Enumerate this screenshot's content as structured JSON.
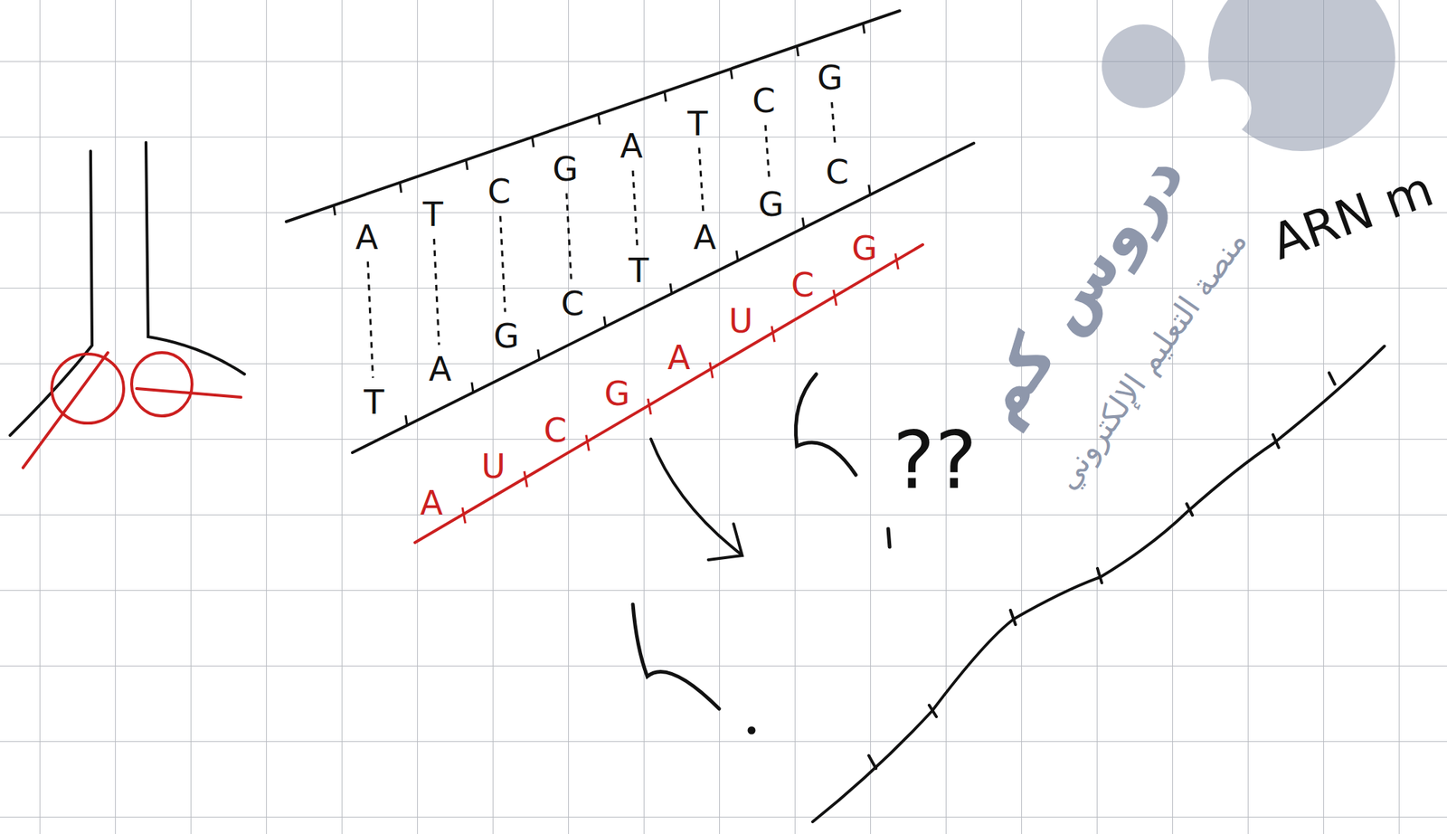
{
  "diagram": {
    "labels": [
      "A",
      "T",
      "C",
      "G",
      "A",
      "T",
      "C",
      "G",
      "T",
      "A",
      "G",
      "C",
      "T",
      "A",
      "G",
      "C",
      "A",
      "U",
      "C",
      "G",
      "A",
      "U",
      "C",
      "G",
      "ARN m",
      "??",
      "دروس كم",
      "منصة التعليم الإلكتروني"
    ]
  }
}
